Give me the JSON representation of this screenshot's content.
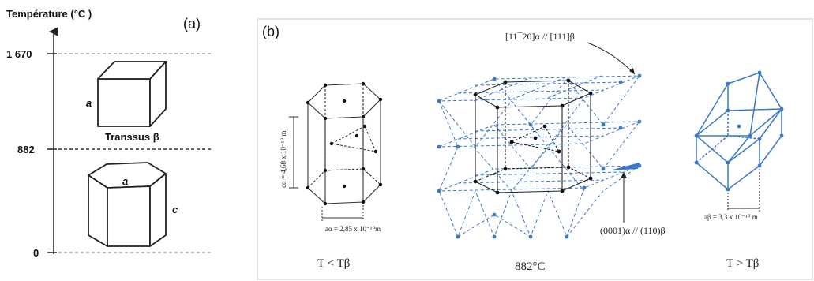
{
  "panel_a": {
    "label": "(a)",
    "axis_title": "Température (°C )",
    "ticks": [
      "1 670",
      "882",
      "0"
    ],
    "transus_label": "Transsus β",
    "cube_edge_label": "a",
    "hex_edge_label_a": "a",
    "hex_edge_label_c": "c"
  },
  "panel_b": {
    "label": "(b)",
    "annotation_top": "[11¯20]α // [111]β",
    "annotation_bottom": "(0001)α // (110)β",
    "c_alpha_label": "cα = 4,68 x 10⁻¹⁰ m",
    "a_alpha_label": "aα = 2,85 x 10⁻¹⁰m",
    "a_beta_label": "aβ = 3,3 x 10⁻¹⁰ m",
    "caption_left": "T < Tβ",
    "caption_middle": "882°C",
    "caption_right": "T > Tβ"
  },
  "colors": {
    "line": "#222222",
    "blue": "#3a78c8",
    "dash": "#666666",
    "frame": "#c8c8c8"
  }
}
